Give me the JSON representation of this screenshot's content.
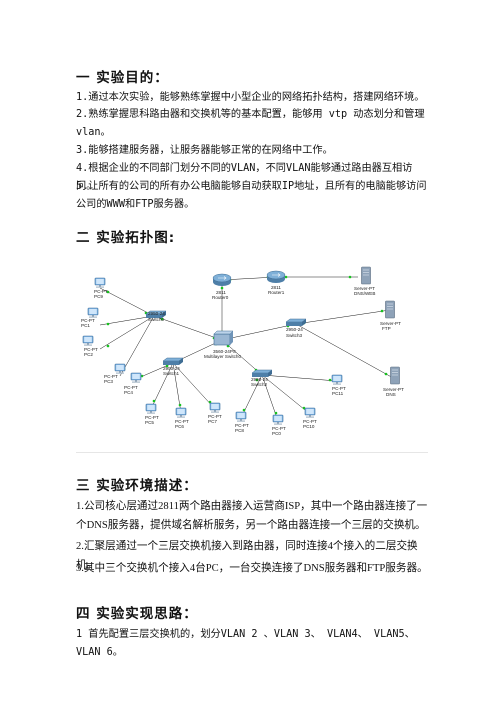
{
  "section1": {
    "title": "一 实验目的：",
    "items": [
      "1.通过本次实验，能够熟练掌握中小型企业的网络拓扑结构，搭建网络环境。",
      "2.熟练掌握思科路由器和交换机等的基本配置，能够用 vtp 动态划分和管理vlan。",
      "3.能够搭建服务器，让服务器能够正常的在网络中工作。",
      "4.根据企业的不同部门划分不同的VLAN，不同VLAN能够通过路由器互相访问。",
      "5.让所有的公司的所有办公电脑能够自动获取IP地址，且所有的电脑能够访问公司的WWW和FTP服务器。"
    ]
  },
  "section2": {
    "title": "二 实验拓扑图:",
    "devices": {
      "router0": [
        "2811",
        "Router0"
      ],
      "router1": [
        "2811",
        "Router1"
      ],
      "server_dns_web": [
        "Server-PT",
        "DNS/WEB"
      ],
      "switch0": [
        "2950-24",
        "Switch0"
      ],
      "mls": [
        "3560-24PS",
        "Multilayer Switch0"
      ],
      "switch3": [
        "2950-24",
        "Switch3"
      ],
      "server_ftp": [
        "Server-PT",
        "FTP"
      ],
      "server_dns": [
        "Server-PT",
        "DNS"
      ],
      "switch1": [
        "2950-24",
        "Switch1"
      ],
      "switch2": [
        "2950-24",
        "Switch2"
      ],
      "pc0": [
        "PC-PT",
        "PC0"
      ],
      "pc1": [
        "PC-PT",
        "PC1"
      ],
      "pc2": [
        "PC-PT",
        "PC2"
      ],
      "pc3": [
        "PC-PT",
        "PC3"
      ],
      "pc4": [
        "PC-PT",
        "PC4"
      ],
      "pc5": [
        "PC-PT",
        "PC5"
      ],
      "pc6": [
        "PC-PT",
        "PC6"
      ],
      "pc7": [
        "PC-PT",
        "PC7"
      ],
      "pc8": [
        "PC-PT",
        "PC8"
      ],
      "pc9": [
        "PC-PT",
        "PC9"
      ],
      "pc10": [
        "PC-PT",
        "PC10"
      ],
      "pc11": [
        "PC-PT",
        "PC11"
      ]
    }
  },
  "section3": {
    "title": "三 实验环境描述：",
    "items": [
      "1.公司核心层通过2811两个路由器接入运营商ISP，其中一个路由器连接了一个DNS服务器，提供域名解析服务，另一个路由器连接一个三层的交换机。",
      "2.汇聚层通过一个三层交换机接入到路由器，同时连接4个接入的二层交换机。",
      "3.其中三个交换机个接入4台PC，一台交换连接了DNS服务器和FTP服务器。"
    ]
  },
  "section4": {
    "title": "四 实验实现思路：",
    "items": [
      "1 首先配置三层交换机的，划分VLAN 2 、VLAN 3、 VLAN4、 VLAN5、VLAN 6。"
    ]
  }
}
